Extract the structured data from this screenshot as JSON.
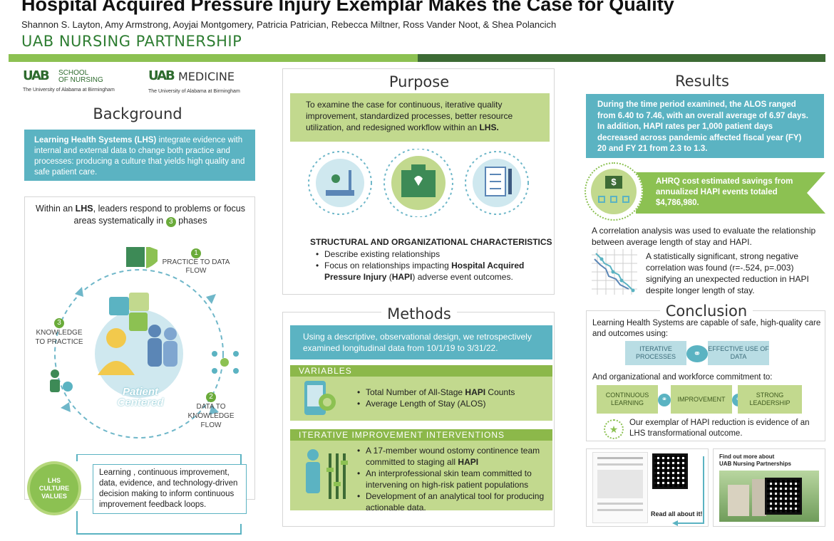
{
  "header": {
    "title": "Hospital Acquired Pressure Injury Exemplar Makes the Case for Quality",
    "authors": "Shannon S. Layton, Amy Armstrong, Aoyjai Montgomery, Patricia Patrician, Rebecca Miltner, Ross Vander Noot, & Shea Polancich",
    "partnership": "UAB NURSING PARTNERSHIP"
  },
  "logos": {
    "school_mark": "UAB",
    "school_line1": "SCHOOL",
    "school_line2": "OF NURSING",
    "school_sub": "The University of Alabama at Birmingham",
    "medicine_mark": "UAB",
    "medicine_word": "MEDICINE",
    "medicine_sub": "The University of Alabama at Birmingham"
  },
  "background": {
    "heading": "Background",
    "lhs_bold": "Learning Health Systems (LHS)",
    "lhs_text": " integrate evidence with internal and external data to change both practice and processes: producing a culture that yields high quality and safe patient care.",
    "cycle_intro_1": "Within an ",
    "cycle_intro_lhs": "LHS",
    "cycle_intro_2": ", leaders respond to problems or focus areas systematically in ",
    "cycle_intro_num": "3",
    "cycle_intro_3": " phases",
    "phase1_num": "1",
    "phase1": "PRACTICE TO DATA FLOW",
    "phase2_num": "2",
    "phase2": "DATA TO KNOWLEDGE FLOW",
    "phase3_num": "3",
    "phase3": "KNOWLEDGE TO PRACTICE",
    "center_label_1": "Patient",
    "center_label_2": "Centered",
    "badge_1": "LHS",
    "badge_2": "CULTURE",
    "badge_3": "VALUES",
    "values_text": "Learning , continuous improvement, data, evidence, and technology-driven decision making to inform continuous improvement feedback loops."
  },
  "purpose": {
    "heading": "Purpose",
    "text_1": "To examine the case for continuous, iterative quality improvement, standardized processes, better resource utilization, and redesigned workflow within an ",
    "text_lhs": "LHS.",
    "characteristics_heading": "STRUCTURAL AND ORGANIZATIONAL CHARACTERISTICS",
    "bullet1": "Describe existing relationships",
    "bullet2_a": "Focus on relationships impacting ",
    "bullet2_b": "Hospital Acquired Pressure Injury",
    "bullet2_c": " (",
    "bullet2_d": "HAPI",
    "bullet2_e": ") adverse event outcomes."
  },
  "methods": {
    "heading": "Methods",
    "intro": "Using a descriptive, observational design, we retrospectively examined longitudinal data from 10/1/19 to 3/31/22.",
    "variables_heading": "VARIABLES",
    "var1_a": "Total Number of All-Stage ",
    "var1_b": "HAPI",
    "var1_c": " Counts",
    "var2": "Average Length of Stay (ALOS)",
    "interventions_heading": "ITERATIVE IMPROVEMENT INTERVENTIONS",
    "int1_a": "A 17-member wound ostomy continence team committed to staging all ",
    "int1_b": "HAPI",
    "int2": "An interprofessional skin team committed to intervening on high-risk patient populations",
    "int3": "Development of an analytical tool for producing actionable data."
  },
  "results": {
    "heading": "Results",
    "summary": "During the time period examined, the ALOS ranged from 6.40 to 7.46, with an overall average of 6.97 days. In addition, HAPI rates per 1,000 patient days decreased across pandemic affected fiscal year (FY) 20 and FY 21 from 2.3 to 1.3.",
    "savings": "AHRQ cost estimated savings from annualized HAPI events totaled $4,786,980.",
    "correlation_intro": "A correlation analysis was used to evaluate the relationship between average length of stay and HAPI.",
    "correlation_result": "A statistically significant, strong negative correlation was found (r=-.524, p=.003) signifying an unexpected reduction in HAPI despite longer length of stay."
  },
  "conclusion": {
    "heading": "Conclusion",
    "intro": "Learning Health Systems are capable of safe, high-quality care and outcomes using:",
    "chip1": "ITERATIVE PROCESSES",
    "chip2": "EFFECTIVE USE OF DATA",
    "commitment": "And organizational and workforce commitment to:",
    "chip3": "CONTINUOUS LEARNING",
    "chip4": "IMPROVEMENT",
    "chip5": "STRONG LEADERSHIP",
    "exemplar": "Our exemplar of HAPI reduction is evidence of an LHS transformational outcome."
  },
  "footer_cards": {
    "read_all": "Read all about it!",
    "find_out_1": "Find out more about",
    "find_out_2": "UAB Nursing Partnerships"
  },
  "colors": {
    "teal": "#5bb3c2",
    "lime": "#c2d98e",
    "green_accent": "#8cc152",
    "dark_green": "#3d6b35"
  }
}
